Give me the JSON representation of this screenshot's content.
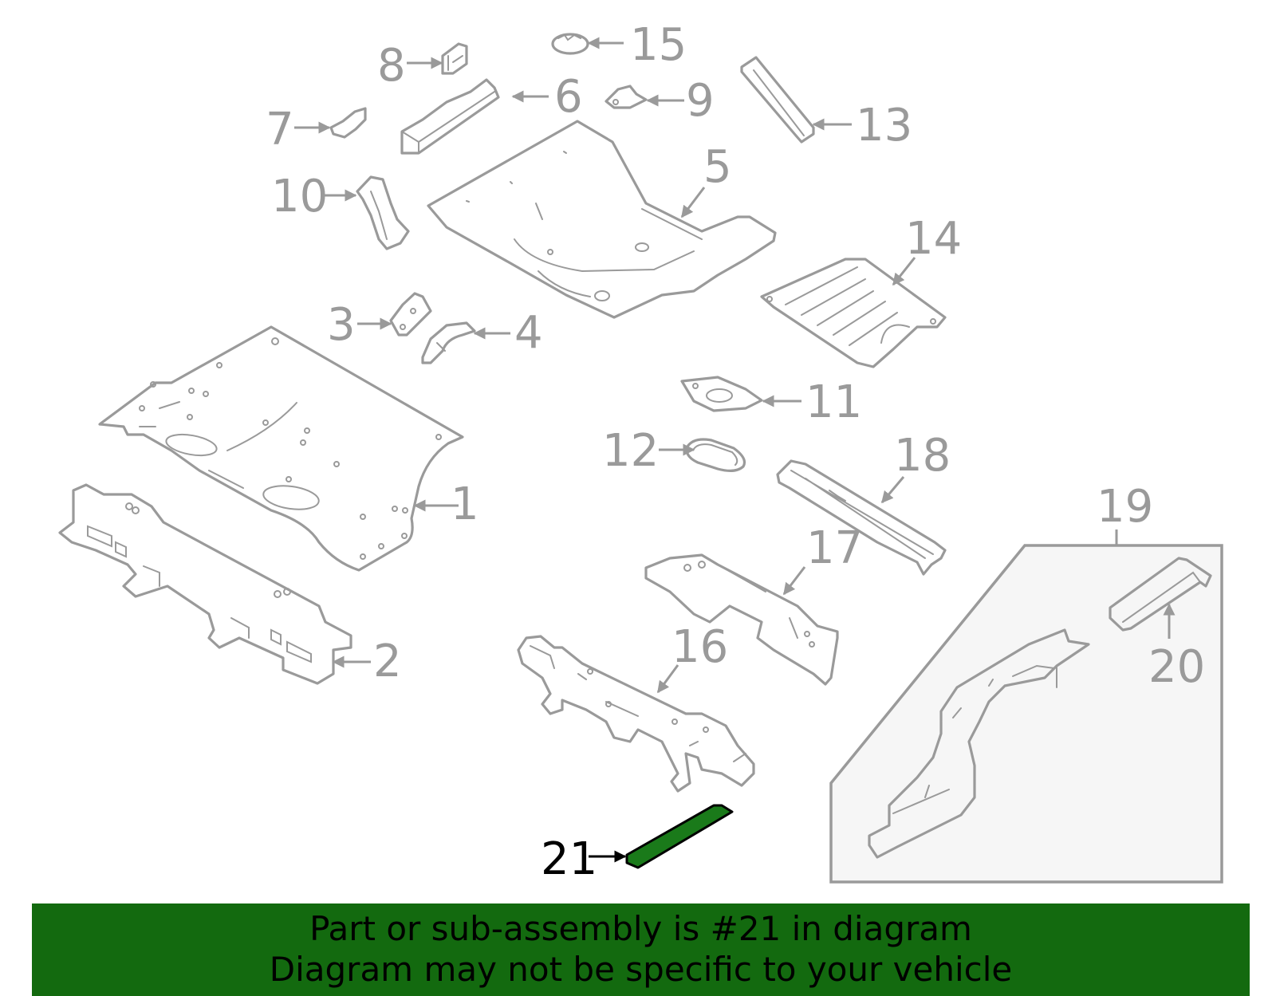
{
  "diagram": {
    "highlighted_part": "21",
    "callouts": [
      "1",
      "2",
      "3",
      "4",
      "5",
      "6",
      "7",
      "8",
      "9",
      "10",
      "11",
      "12",
      "13",
      "14",
      "15",
      "16",
      "17",
      "18",
      "19",
      "20",
      "21"
    ],
    "colors": {
      "parts": "#9a9a9a",
      "highlight_fill": "#1a7a1a",
      "banner": "#136a0f",
      "inset_bg": "#f6f6f6"
    }
  },
  "banner": {
    "line1": "Part or sub-assembly is #21 in diagram",
    "line2": "Diagram may not be specific to your vehicle"
  }
}
